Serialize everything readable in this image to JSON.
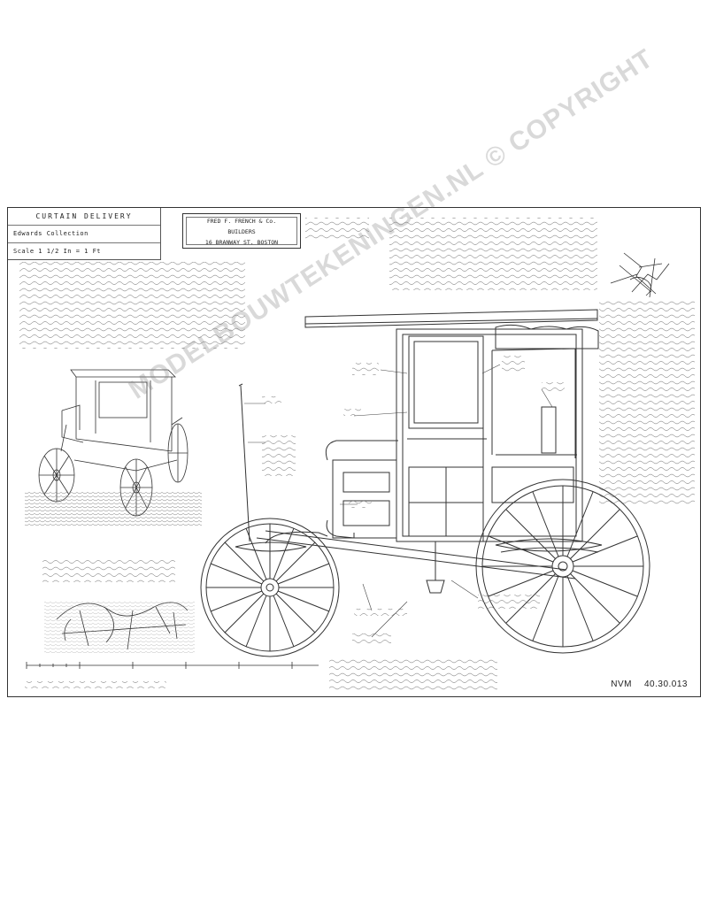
{
  "title_block": {
    "title": "CURTAIN DELIVERY",
    "collection": "Edwards Collection",
    "scale": "Scale 1 1/2 In = 1 Ft"
  },
  "maker": {
    "line1": "FRED F. FRENCH & Co.",
    "line2": "BUILDERS",
    "line3": "16 BRANWAY ST. BOSTON"
  },
  "catalog": {
    "prefix": "NVM",
    "number": "40.30.013"
  },
  "watermark_text": "MODELBOUWTEKENINGEN.NL © COPYRIGHT"
}
